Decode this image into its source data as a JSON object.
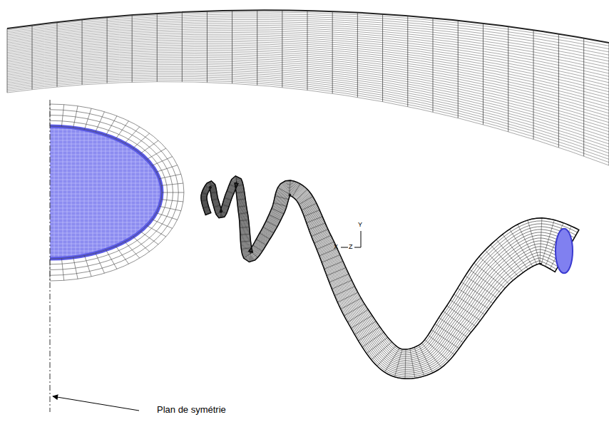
{
  "diagram": {
    "labels": [
      "Plan de symétrie",
      "Y",
      "X",
      "Z"
    ]
  }
}
